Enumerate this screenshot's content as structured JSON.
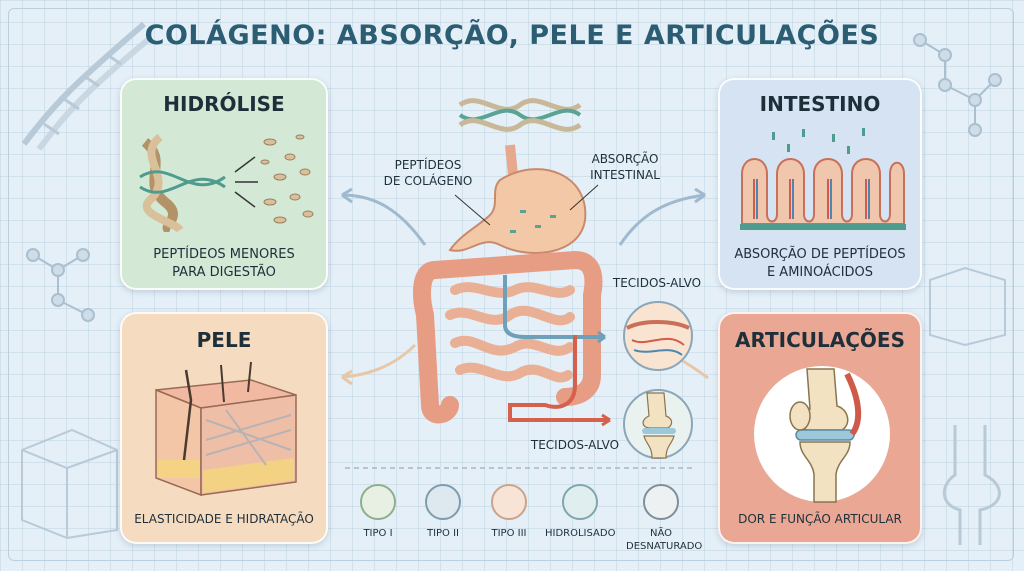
{
  "title": "COLÁGENO: ABSORÇÃO, PELE E ARTICULAÇÕES",
  "cards": {
    "hidrolise": {
      "title": "HIDRÓLISE",
      "caption_1": "PEPTÍDEOS MENORES",
      "caption_2": "PARA DIGESTÃO"
    },
    "intestino": {
      "title": "INTESTINO",
      "caption_1": "ABSORÇÃO DE PEPTÍDEOS",
      "caption_2": "E AMINOÁCIDOS"
    },
    "pele": {
      "title": "PELE",
      "caption_1": "ELASTICIDADE E HIDRATAÇÃO"
    },
    "articulacoes": {
      "title": "ARTICULAÇÕES",
      "caption_1": "DOR E FUNÇÃO ARTICULAR"
    }
  },
  "labels": {
    "peptideos_1": "PEPTÍDEOS",
    "peptideos_2": "DE COLÁGENO",
    "absorcao_1": "ABSORÇÃO",
    "absorcao_2": "INTESTINAL",
    "tecidos_alvo_top": "TECIDOS-ALVO",
    "tecidos_alvo_bottom": "TECIDOS-ALVO"
  },
  "collagen_types": [
    {
      "label_1": "TIPO I",
      "label_2": "",
      "icon": "ring-icon"
    },
    {
      "label_1": "TIPO II",
      "label_2": "",
      "icon": "cartilage-cells-icon"
    },
    {
      "label_1": "TIPO III",
      "label_2": "",
      "icon": "dots-icon"
    },
    {
      "label_1": "HIDROLISADO",
      "label_2": "",
      "icon": "droplet-icon"
    },
    {
      "label_1": "NÃO",
      "label_2": "DESNATURADO",
      "icon": "crossed-fiber-icon"
    }
  ],
  "colors": {
    "title": "#2b5d73",
    "hidrolise_bg": "#d3e9d6",
    "intestino_bg": "#d6e3f2",
    "pele_bg": "#f5dcc0",
    "articulacoes_bg": "#e9a794",
    "arrow": "#9fb9cf"
  }
}
